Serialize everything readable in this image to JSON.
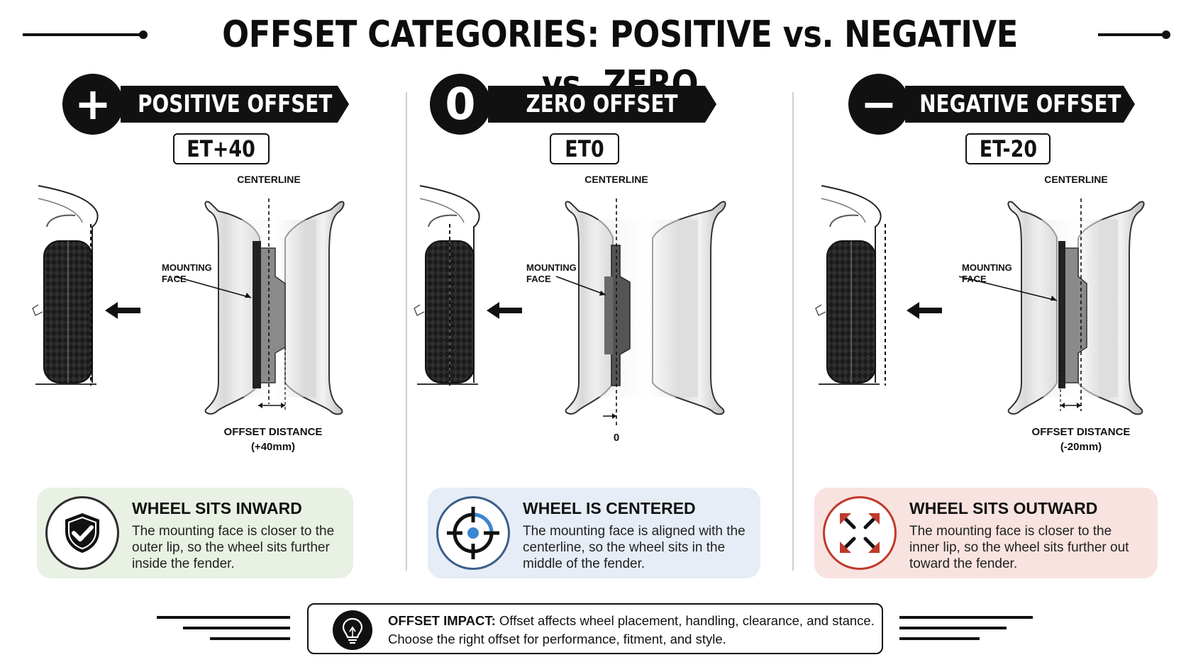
{
  "title": "OFFSET CATEGORIES: POSITIVE vs. NEGATIVE vs. ZERO",
  "columns": [
    {
      "symbol": "+",
      "heading": "POSITIVE OFFSET",
      "et_value": "ET+40",
      "centerline_label": "CENTERLINE",
      "mounting_label_1": "MOUNTING",
      "mounting_label_2": "FACE",
      "offset_label_1": "OFFSET DISTANCE",
      "offset_label_2": "(+40mm)",
      "card_title": "WHEEL SITS INWARD",
      "card_body": "The mounting face is closer to the outer lip, so the wheel sits further inside the fender.",
      "card_icon": "shield-check-icon"
    },
    {
      "symbol": "0",
      "heading": "ZERO OFFSET",
      "et_value": "ET0",
      "centerline_label": "CENTERLINE",
      "mounting_label_1": "MOUNTING",
      "mounting_label_2": "FACE",
      "offset_label_1": "0",
      "offset_label_2": "",
      "card_title": "WHEEL IS CENTERED",
      "card_body": "The mounting face is aligned with the centerline, so the wheel sits in the middle of the fender.",
      "card_icon": "crosshair-target-icon"
    },
    {
      "symbol": "−",
      "heading": "NEGATIVE OFFSET",
      "et_value": "ET-20",
      "centerline_label": "CENTERLINE",
      "mounting_label_1": "MOUNTING",
      "mounting_label_2": "FACE",
      "offset_label_1": "OFFSET DISTANCE",
      "offset_label_2": "(-20mm)",
      "card_title": "WHEEL SITS OUTWARD",
      "card_body": "The mounting face is closer to the inner lip, so the wheel sits further out toward the fender.",
      "card_icon": "expand-arrows-icon"
    }
  ],
  "impact": {
    "label": "OFFSET IMPACT:",
    "line1": " Offset affects wheel placement, handling, clearance, and stance.",
    "line2": "Choose the right offset for performance, fitment, and style.",
    "icon": "lightbulb-icon"
  },
  "colors": {
    "ink": "#111111",
    "green_card": "#e8f1e3",
    "blue_card": "#e6edf6",
    "red_card": "#f8e3e0",
    "target_blue": "#3a86d0",
    "arrow_red": "#c0392b",
    "shield_green": "#4f7d3f"
  }
}
